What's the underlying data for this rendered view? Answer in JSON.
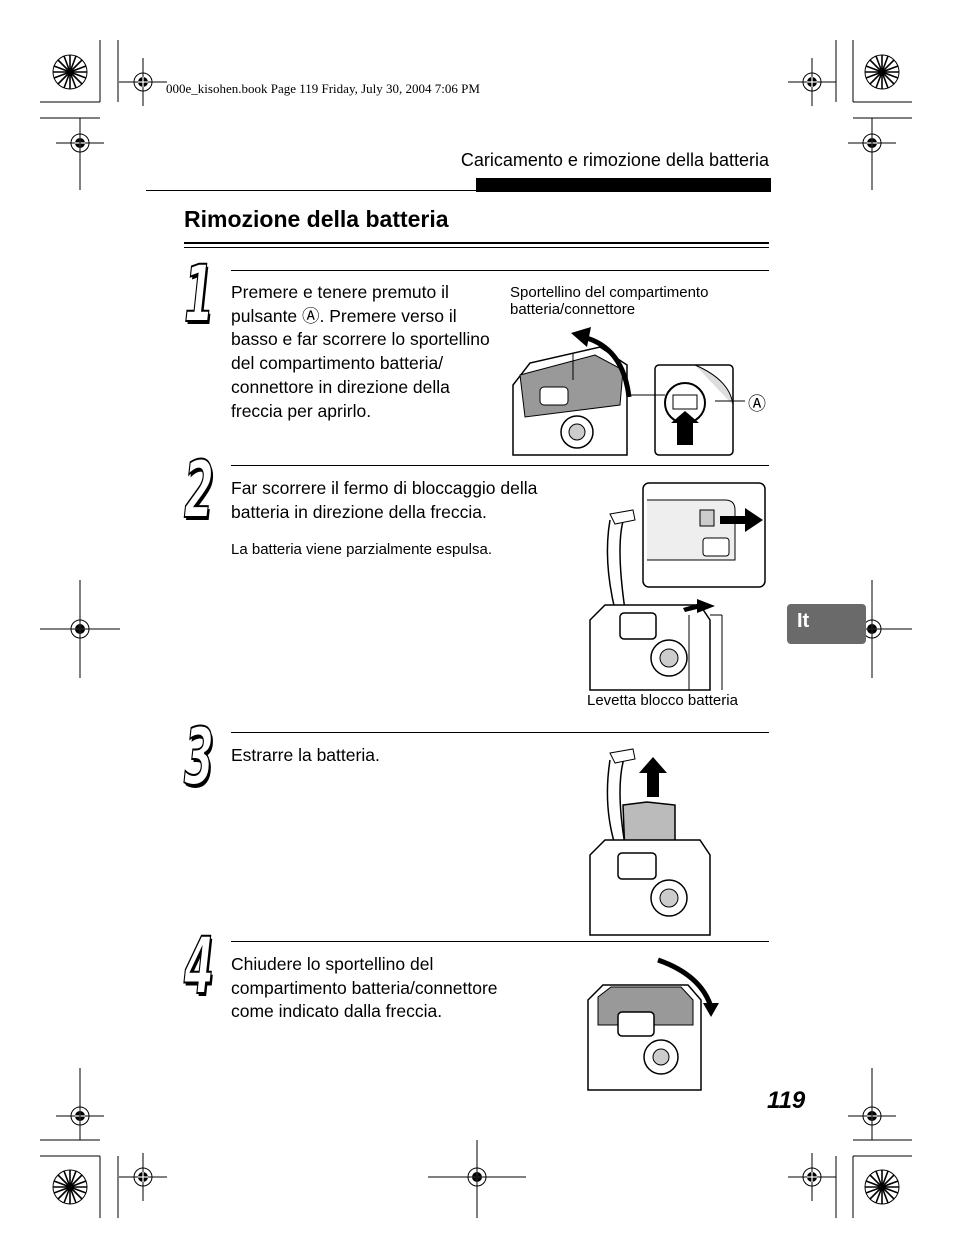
{
  "meta_line": "000e_kisohen.book  Page 119  Friday, July 30, 2004  7:06 PM",
  "header": "Caricamento e rimozione della batteria",
  "title": "Rimozione della batteria",
  "steps": [
    {
      "number": "1",
      "text": "Premere e tenere premuto il pulsante Ⓐ. Premere verso il basso e far scorrere lo sportellino del compartimento batteria/ connettore in direzione della freccia per aprirlo.",
      "lines": [
        "Premere e tenere premuto il",
        "pulsante Ⓐ. Premere verso il",
        "basso e far scorrere lo sportellino",
        "del compartimento batteria/",
        "connettore in direzione della",
        "freccia per aprirlo."
      ],
      "callout": "Sportellino del compartimento batteria/connettore",
      "callout_lines": [
        "Sportellino del compartimento",
        "batteria/connettore"
      ],
      "marker": "Ⓐ"
    },
    {
      "number": "2",
      "lines": [
        "Far scorrere il fermo di bloccaggio della",
        "batteria in direzione della freccia."
      ],
      "note": "La batteria viene parzialmente espulsa.",
      "callout": "Levetta blocco batteria"
    },
    {
      "number": "3",
      "lines": [
        "Estrarre la batteria."
      ]
    },
    {
      "number": "4",
      "lines": [
        "Chiudere lo sportellino del",
        "compartimento batteria/connettore",
        "come indicato dalla freccia."
      ]
    }
  ],
  "language_tab": "It",
  "page_number": "119"
}
